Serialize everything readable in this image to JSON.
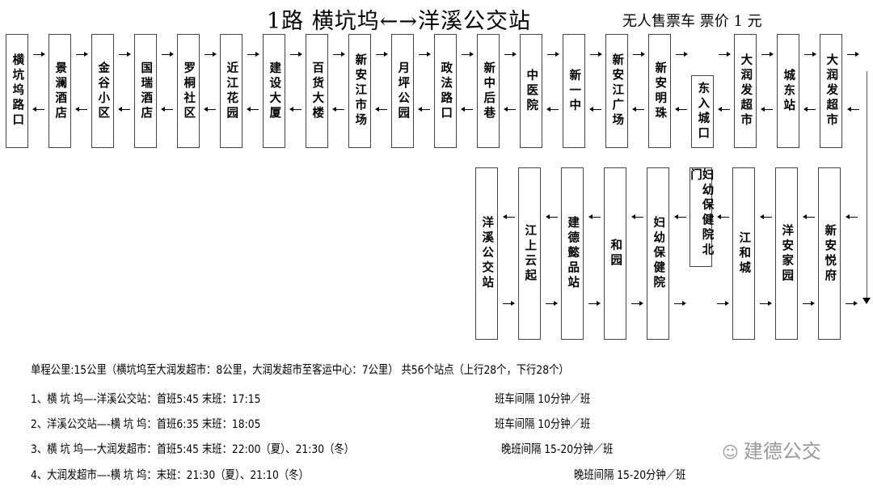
{
  "title": "1路  横坑坞←→洋溪公交站",
  "subtitle": "无人售票车  票价 1 元",
  "top_row": [
    "横坑坞路口",
    "景澜酒店",
    "金谷小区",
    "国瑞酒店",
    "罗桐社区",
    "近江花园",
    "建设大厦",
    "百货大楼",
    "新安江市场",
    "月坪公园",
    "政法路口",
    "新中后巷",
    "中医院",
    "新一中",
    "新安江广场",
    "新安明珠",
    "东入城口",
    "大润发超市",
    "城东站",
    "大润发超市"
  ],
  "bottom_row_right_to_left": [
    "新安悦府",
    "洋安家园",
    "江和城",
    "妇幼保健院北门",
    "妇幼保健院",
    "和园",
    "建德懿品站",
    "江上云起",
    "洋溪公交站"
  ],
  "info": {
    "summary": "单程公里:15公里（横坑坞至大润发超市：8公里，大润发超市至客运中心：7公里）   共56个站点（上行28个，下行28个）",
    "schedules": [
      {
        "route": "1、横 坑 坞—-洋溪公交站：首班5:45    末班：17:15",
        "interval": "班车间隔 10分钟／班"
      },
      {
        "route": "2、洋溪公交站—-横 坑 坞：首班6:35    末班：18:05",
        "interval": "班车间隔 10分钟／班"
      },
      {
        "route": "3、横 坑 坞—-大润发超市：首班5:45    末班：22:00（夏）、21:30（冬）",
        "interval": "晚班间隔 15-20分钟／班"
      },
      {
        "route": "4、大润发超市—-横 坑 坞：末班：21:30（夏）、21:10（冬）",
        "interval": "晚班间隔 15-20分钟／班"
      }
    ]
  },
  "watermark": "建德公交"
}
